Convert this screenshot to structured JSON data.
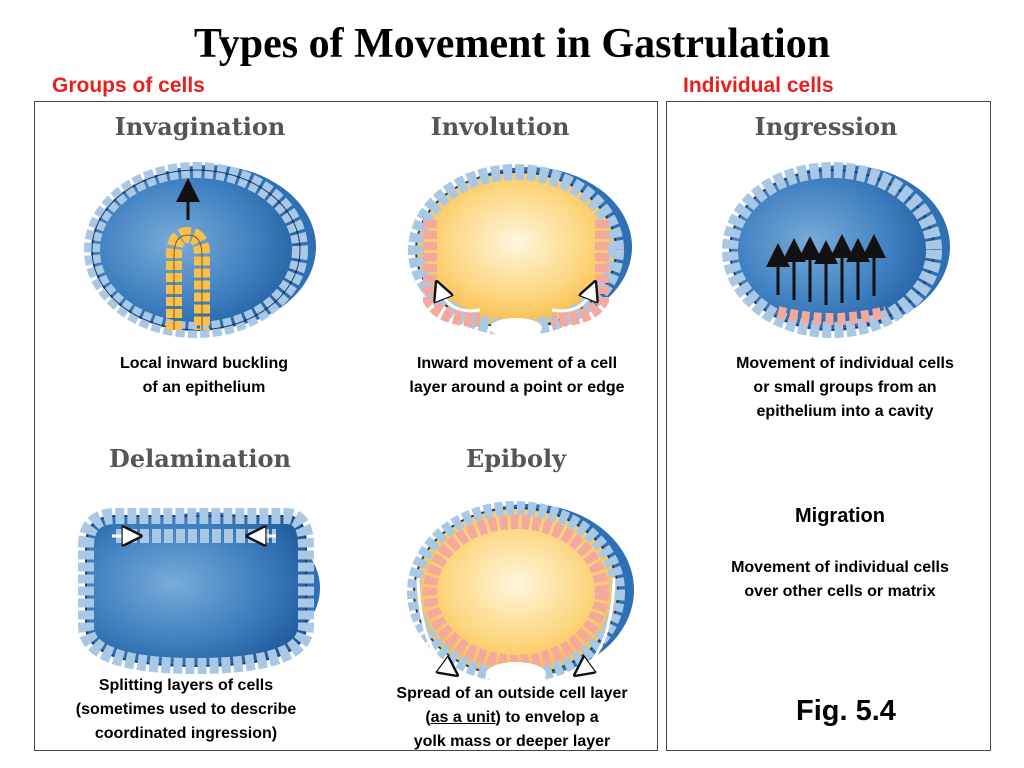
{
  "title": "Types of Movement in Gastrulation",
  "labels": {
    "groups": "Groups of cells",
    "individuals": "Individual cells"
  },
  "panels": {
    "invagination": {
      "label": "Invagination",
      "caption1": "Local inward buckling",
      "caption2": "of an epithelium"
    },
    "involution": {
      "label": "Involution",
      "caption1": "Inward movement of a cell",
      "caption2": "layer around a point or edge"
    },
    "ingression": {
      "label": "Ingression",
      "caption1": "Movement of individual cells",
      "caption2": "or small groups from an",
      "caption3": "epithelium into a cavity"
    },
    "delamination": {
      "label": "Delamination",
      "caption1": "Splitting layers of cells",
      "caption2": "(sometimes used to describe",
      "caption3": "coordinated ingression)"
    },
    "epiboly": {
      "label": "Epiboly",
      "caption1": "Spread of an outside cell layer",
      "caption2_pre": "(",
      "caption2_u": "as a unit",
      "caption2_post": ") to envelop a",
      "caption3": "yolk mass or deeper layer"
    },
    "migration": {
      "label": "Migration",
      "caption1": "Movement of individual cells",
      "caption2": "over other cells or matrix"
    }
  },
  "figure": "Fig. 5.4",
  "colors": {
    "accent": "#e8201c",
    "blastocoel": "#2f6fb4",
    "yolk": "#fbc04a",
    "mesoderm": "#f4a89e",
    "cell": "#a9c8e6"
  }
}
